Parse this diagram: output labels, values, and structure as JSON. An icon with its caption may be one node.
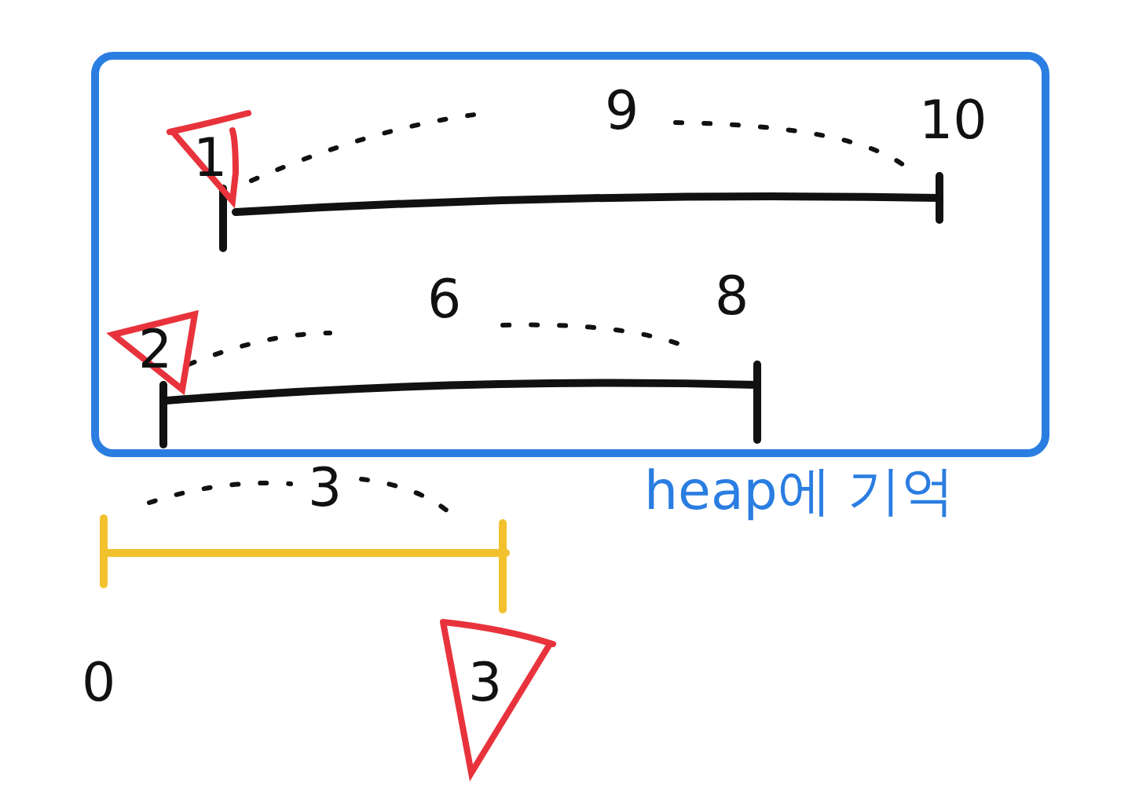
{
  "diagram": {
    "nodes": [
      {
        "text": [],
        "shape": "box",
        "beside": [
          "heap에 기억"
        ]
      }
    ],
    "edges": [],
    "labels": [
      "9",
      "10",
      "1",
      "6",
      "8",
      "2",
      "3",
      "0",
      "3"
    ]
  }
}
